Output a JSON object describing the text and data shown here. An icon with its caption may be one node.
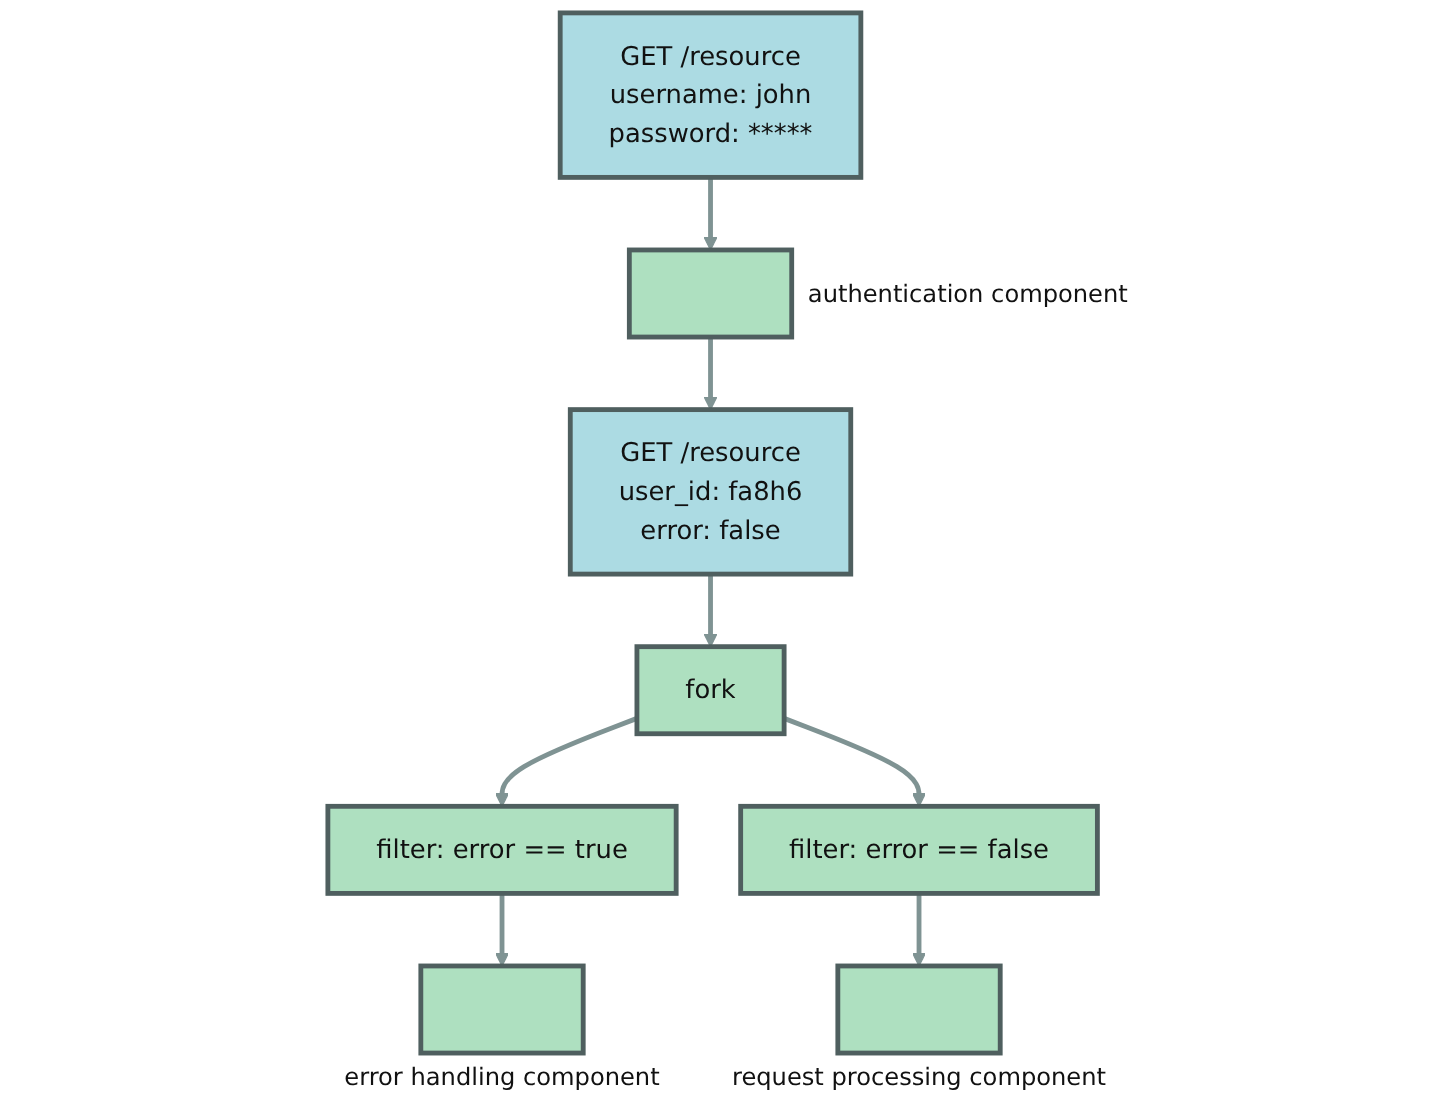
{
  "diagram": {
    "nodes": [
      {
        "text": [
          "GET /resource",
          "username: john",
          "password: *****"
        ]
      },
      {
        "text": [],
        "shape": "box",
        "beside": [
          "authentication component"
        ]
      },
      {
        "text": [
          "GET /resource",
          "user_id: fa8h6",
          "error: false"
        ]
      },
      {
        "text": [
          "fork"
        ]
      },
      {
        "text": [
          "filter: error == true"
        ]
      },
      {
        "text": [
          "filter: error == false"
        ]
      },
      {
        "text": [],
        "shape": "box",
        "beside": [
          "error handling component"
        ]
      },
      {
        "text": [],
        "shape": "box",
        "beside": [
          "request processing component"
        ]
      }
    ],
    "edges": [
      {
        "from": 0,
        "to": 1,
        "arrow": "to"
      },
      {
        "from": 1,
        "to": 2,
        "arrow": "to"
      },
      {
        "from": 2,
        "to": 3,
        "arrow": "to"
      },
      {
        "from": 3,
        "to": 4,
        "arrow": "to"
      },
      {
        "from": 3,
        "to": 5,
        "arrow": "to"
      },
      {
        "from": 4,
        "to": 6,
        "arrow": "to"
      },
      {
        "from": 5,
        "to": 7,
        "arrow": "to"
      }
    ]
  }
}
